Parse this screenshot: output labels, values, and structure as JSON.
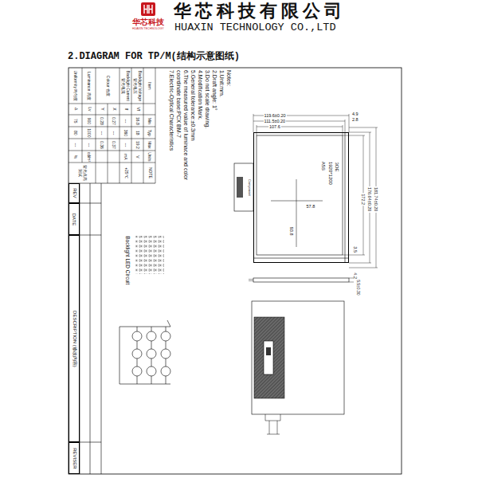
{
  "diagram": {
    "title": "2.DIAGRAM FOR TP/M(结构示意图纸)",
    "nodes": [
      {
        "text": [
          "REV"
        ]
      },
      {
        "text": [
          "DATE"
        ]
      },
      {
        "text": [
          "DESCRIPTION (修改内容)"
        ]
      },
      {
        "text": [
          "REVISER"
        ]
      },
      {
        "text": [
          "3OE",
          "1920*1200",
          "A5S"
        ]
      }
    ],
    "labels": [
      "华芯科技",
      "HUAXIN TECHNOLOGY",
      "华芯科技有限公司",
      "HUAXIN TECHNOLOGY CO.,LTD",
      "Notes:",
      "1.Unit:mm.",
      "2.Draft angle: 1°",
      "3.Do not scale drawing.",
      "4.Modification Mark.",
      "5.General tolerance:±0.3mm",
      "6.The measured value of luminace and color coordinate base:PCX BM-7",
      "7.Electric-Optical Characteristics",
      "Item",
      "Min",
      "Typ",
      "Max",
      "Units",
      "NOTE",
      "Backlight Voltage 背光电压",
      "Vf",
      "16.8",
      "18",
      "19.2",
      "V",
      "Backlight Current 背光电流",
      "If",
      "---",
      "360",
      "---",
      "mA",
      "+25℃",
      "Colour 色度",
      "X",
      "0.27",
      "---",
      "0.37",
      "Y",
      "0.28",
      "---",
      "0.36",
      "Luminance 亮度",
      "Lv",
      "900",
      "1000",
      "---",
      "cd/m²",
      "背光点亮测试",
      "Uniformity 均匀度",
      "∆",
      "75",
      "80",
      "---",
      "%",
      "119.6±0.20",
      "111.5±0.20",
      "107.6",
      "2.8",
      "4.9",
      "181.74±0.20",
      "176.64±0.20",
      "172.2",
      "3.5",
      "4.2",
      "57.8",
      "93.8",
      "Component",
      "5.5±0.30",
      "Backlight LED Circuit"
    ]
  }
}
